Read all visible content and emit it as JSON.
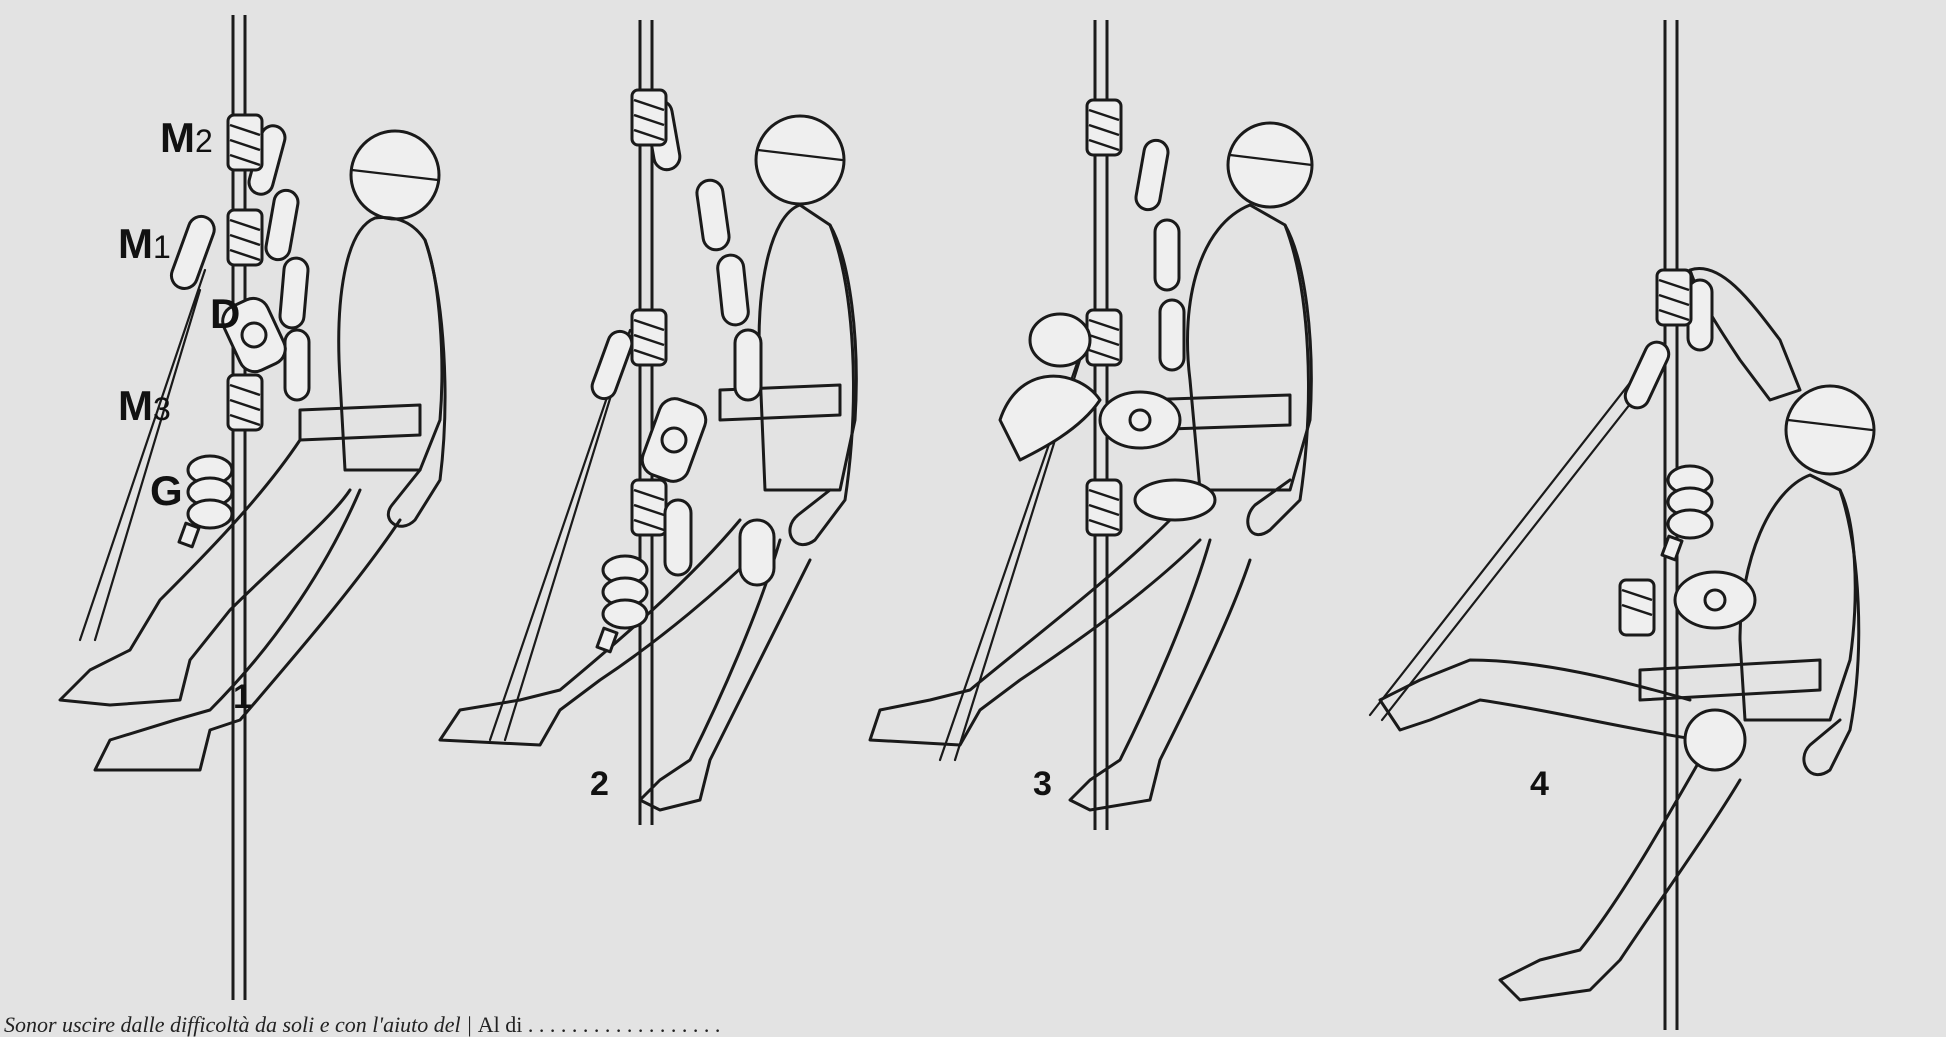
{
  "labels": {
    "m2": "M2",
    "m1": "M1",
    "d": "D",
    "m3": "M3",
    "g": "G"
  },
  "figures": [
    "1",
    "2",
    "3",
    "4"
  ],
  "caption": {
    "left": "Sonor uscire dalle difficoltà da soli e con l'aiuto del",
    "right": "Al di . . . . . . . . . . . . . . . . . ."
  }
}
